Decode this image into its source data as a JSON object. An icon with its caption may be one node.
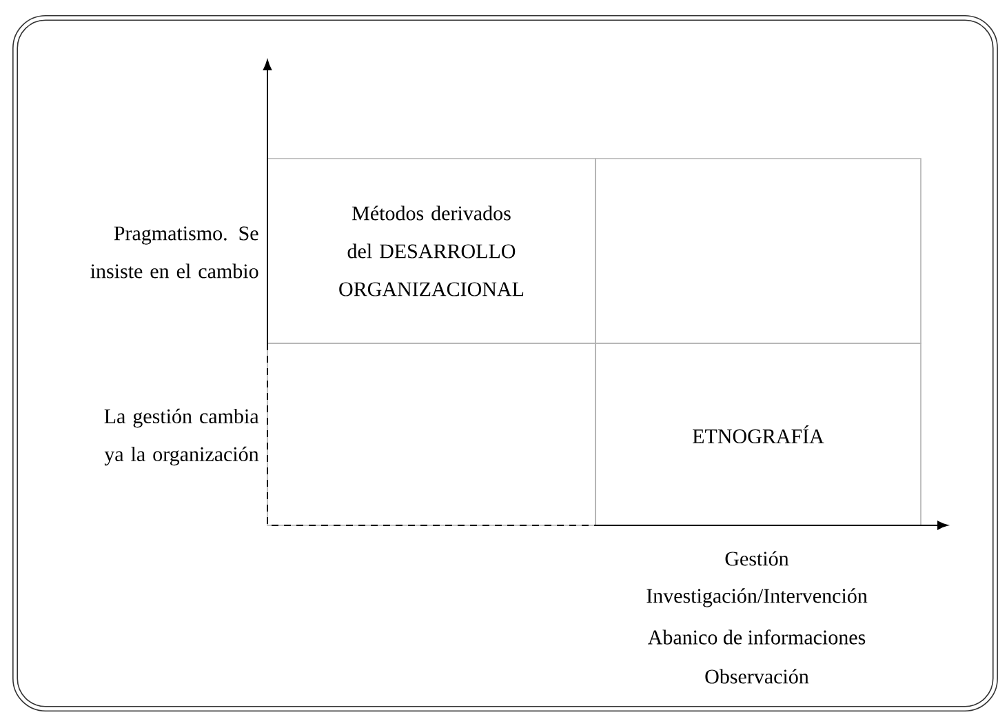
{
  "diagram": {
    "nodes": [
      {
        "text": [
          "Métodos derivados del DESARROLLO ORGANIZACIONAL"
        ]
      },
      {
        "text": [],
        "shape": "box"
      },
      {
        "text": [],
        "shape": "box"
      },
      {
        "text": [
          "ETNOGRAFÍA"
        ]
      }
    ],
    "labels": [
      "Pragmatismo. Se insiste en el cambio",
      "La gestión cambia ya la organización",
      "Gestión",
      "Investigación/Intervención",
      "Abanico de informaciones",
      "Observación"
    ]
  }
}
